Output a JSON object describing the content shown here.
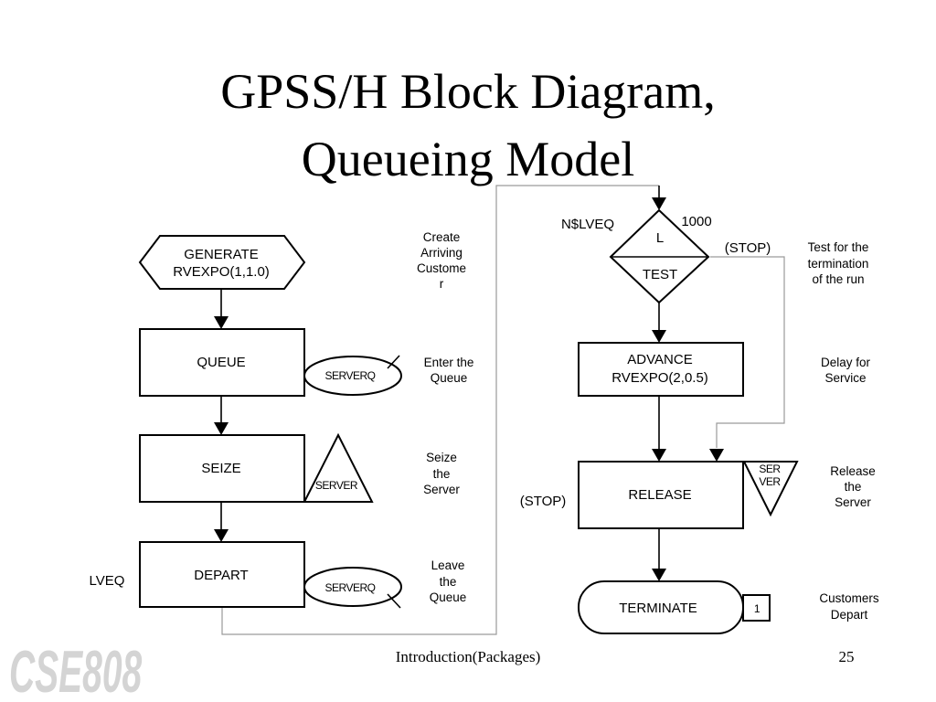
{
  "slide": {
    "title_line1": "GPSS/H Block Diagram,",
    "title_line2": "Queueing Model",
    "footer_text": "Introduction(Packages)",
    "page_number": "25",
    "logo_text": "CSE808"
  },
  "blocks": {
    "generate": {
      "line1": "GENERATE",
      "line2": "RVEXPO(1,1.0)"
    },
    "queue": {
      "label": "QUEUE",
      "operand": "SERVERQ"
    },
    "seize": {
      "label": "SEIZE",
      "operand": "SERVER"
    },
    "depart": {
      "label": "DEPART",
      "operand": "SERVERQ",
      "location_label": "LVEQ"
    },
    "test": {
      "top": "L",
      "bottom": "TEST",
      "operand_a": "N$LVEQ",
      "operand_b": "1000",
      "exit_label": "(STOP)"
    },
    "advance": {
      "line1": "ADVANCE",
      "line2": "RVEXPO(2,0.5)"
    },
    "release": {
      "label": "RELEASE",
      "operand_line1": "SER",
      "operand_line2": "VER",
      "location_label": "(STOP)"
    },
    "terminate": {
      "label": "TERMINATE",
      "count": "1"
    }
  },
  "notes": {
    "generate": [
      "Create",
      "Arriving",
      "Custome",
      "r"
    ],
    "queue": [
      "Enter the",
      "Queue"
    ],
    "seize": [
      "Seize",
      "the",
      "Server"
    ],
    "depart": [
      "Leave",
      "the",
      "Queue"
    ],
    "test": [
      "Test for the",
      "termination",
      "of the run"
    ],
    "advance": [
      "Delay  for",
      "Service"
    ],
    "release": [
      "Release",
      "the",
      "Server"
    ],
    "terminate": [
      "Customers",
      "Depart"
    ]
  }
}
